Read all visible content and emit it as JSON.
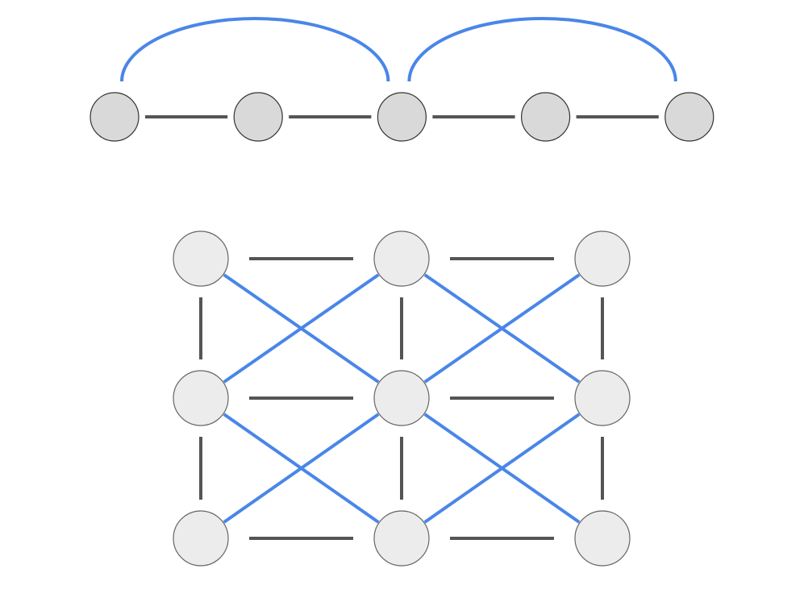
{
  "colors": {
    "background": "#ffffff",
    "base_edge": "#555555",
    "extra_edge": "#4a86e8",
    "chain_node_fill": "#d9d9d9",
    "chain_node_stroke": "#333333",
    "grid_node_fill": "#ececec",
    "grid_node_stroke": "#666666"
  },
  "chain_graph": {
    "node_count": 5,
    "base_edges": [
      [
        0,
        1
      ],
      [
        1,
        2
      ],
      [
        2,
        3
      ],
      [
        3,
        4
      ]
    ],
    "extra_edges": [
      [
        0,
        2
      ],
      [
        2,
        4
      ]
    ]
  },
  "grid_graph": {
    "rows": 3,
    "cols": 3,
    "base_edges": [
      [
        [
          0,
          0
        ],
        [
          0,
          1
        ]
      ],
      [
        [
          0,
          1
        ],
        [
          0,
          2
        ]
      ],
      [
        [
          1,
          0
        ],
        [
          1,
          1
        ]
      ],
      [
        [
          1,
          1
        ],
        [
          1,
          2
        ]
      ],
      [
        [
          2,
          0
        ],
        [
          2,
          1
        ]
      ],
      [
        [
          2,
          1
        ],
        [
          2,
          2
        ]
      ],
      [
        [
          0,
          0
        ],
        [
          1,
          0
        ]
      ],
      [
        [
          1,
          0
        ],
        [
          2,
          0
        ]
      ],
      [
        [
          0,
          1
        ],
        [
          1,
          1
        ]
      ],
      [
        [
          1,
          1
        ],
        [
          2,
          1
        ]
      ],
      [
        [
          0,
          2
        ],
        [
          1,
          2
        ]
      ],
      [
        [
          1,
          2
        ],
        [
          2,
          2
        ]
      ]
    ],
    "extra_edges": [
      [
        [
          0,
          0
        ],
        [
          1,
          1
        ]
      ],
      [
        [
          0,
          1
        ],
        [
          1,
          0
        ]
      ],
      [
        [
          0,
          1
        ],
        [
          1,
          2
        ]
      ],
      [
        [
          0,
          2
        ],
        [
          1,
          1
        ]
      ],
      [
        [
          1,
          0
        ],
        [
          2,
          1
        ]
      ],
      [
        [
          1,
          1
        ],
        [
          2,
          0
        ]
      ],
      [
        [
          1,
          1
        ],
        [
          2,
          2
        ]
      ],
      [
        [
          1,
          2
        ],
        [
          2,
          1
        ]
      ]
    ]
  }
}
